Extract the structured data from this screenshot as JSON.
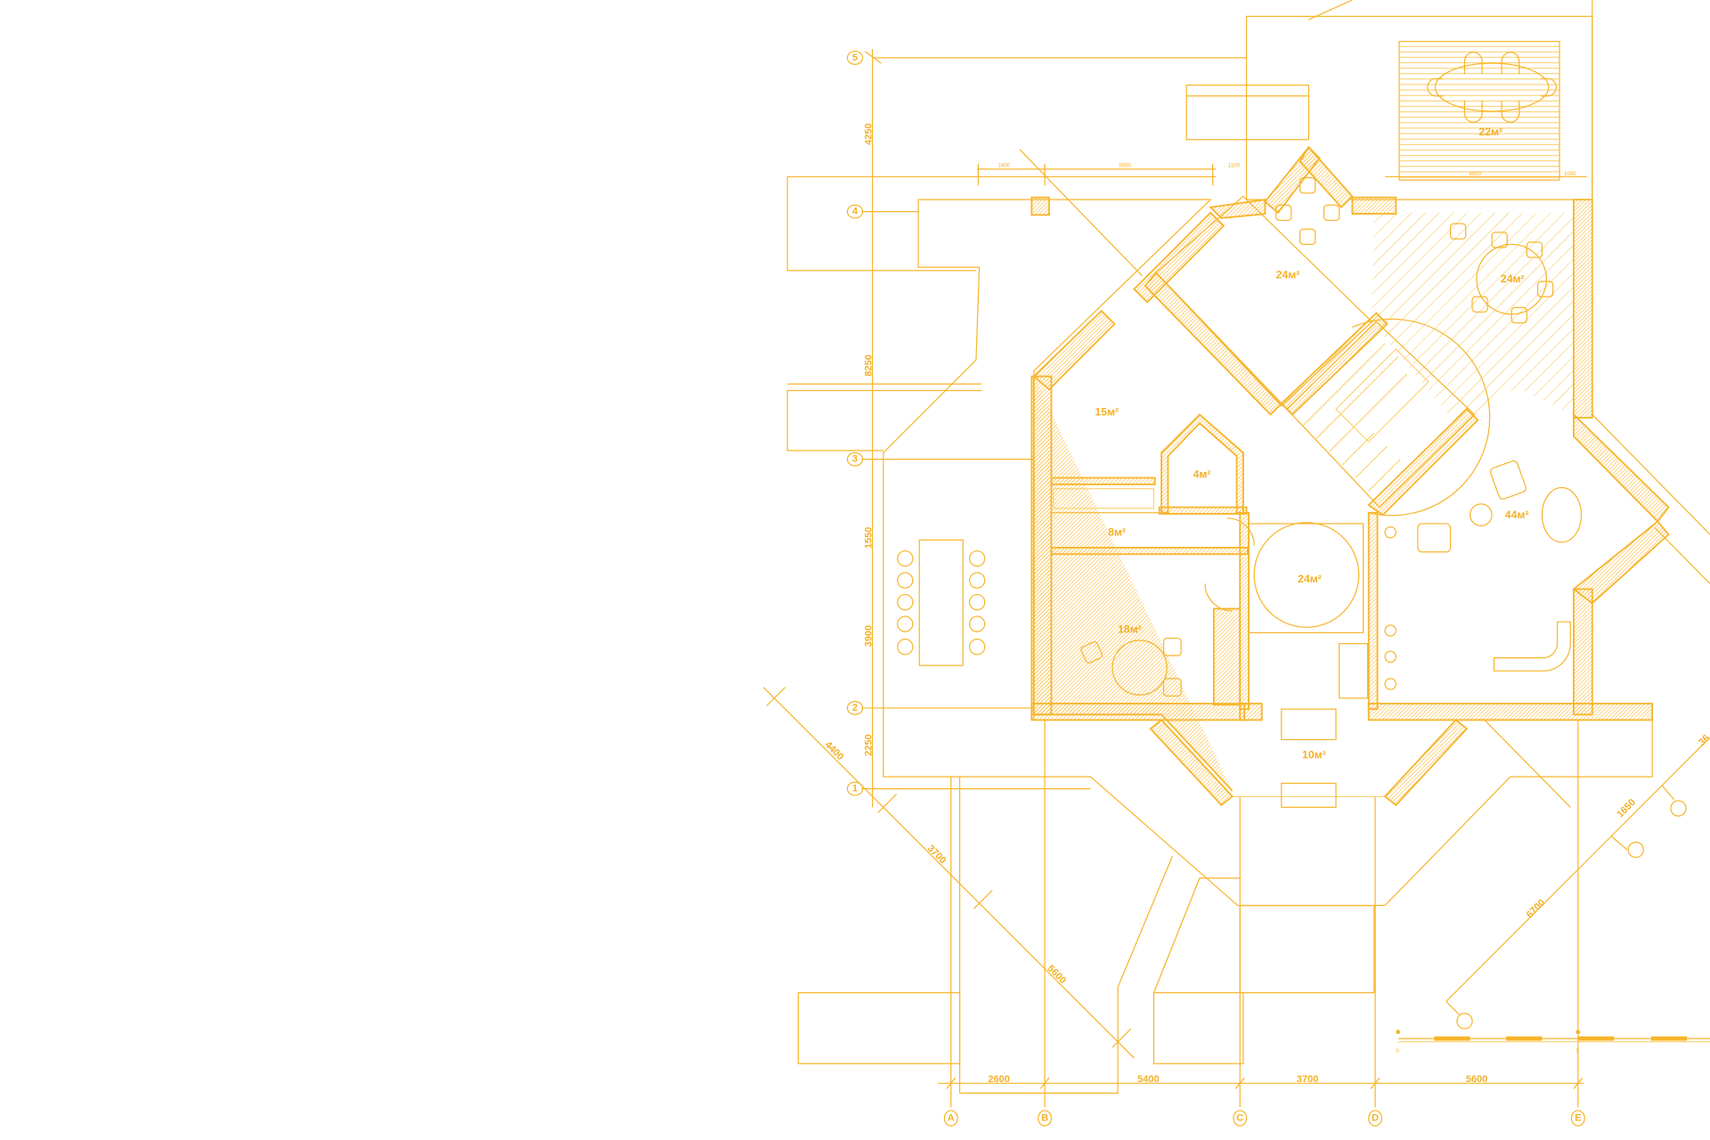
{
  "drawing": {
    "line_color": "#F7B52C",
    "background": "#FFFFFF",
    "row_axes": [
      "5",
      "4",
      "3",
      "2",
      "1"
    ],
    "row_dims": [
      "4250",
      "8250",
      "1550",
      "3900",
      "2250"
    ],
    "col_axes": [
      "A",
      "B",
      "C",
      "D",
      "E"
    ],
    "col_dims": [
      "2600",
      "5400",
      "3700",
      "5600"
    ],
    "diag_dims_left": [
      "4400",
      "3700",
      "5600"
    ],
    "diag_dims_right": [
      "6700",
      "1650",
      "36"
    ],
    "top_dims": [
      "1600",
      "5000",
      "1100"
    ],
    "terrace_dims": [
      "4000",
      "1000"
    ],
    "rooms": {
      "terrace": "22м²",
      "tiled_hall": "24м²",
      "dining": "24м²",
      "bedroom": "15м²",
      "bath": "4м²",
      "living": "44м²",
      "corridor": "8м²",
      "hall": "24м²",
      "study": "18м²",
      "vestibule": "10м²"
    },
    "scale_labels": [
      "0",
      "5"
    ]
  }
}
